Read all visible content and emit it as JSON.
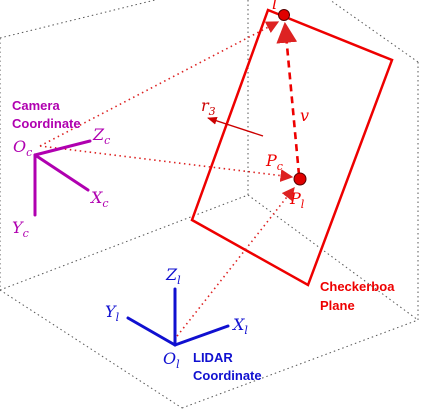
{
  "colors": {
    "box": "#555555",
    "camera": "#b000b0",
    "lidar": "#1010d0",
    "board": "#ee0000",
    "dotted_ray": "#dd2222",
    "arrow": "#cc0000"
  },
  "camera": {
    "title_line1": "Camera",
    "title_line2": "Coordinate",
    "origin": "O",
    "origin_sub": "c",
    "z": "Z",
    "z_sub": "c",
    "x": "X",
    "x_sub": "c",
    "y": "Y",
    "y_sub": "c"
  },
  "lidar": {
    "title_line1": "LIDAR",
    "title_line2": "Coordinate",
    "origin": "O",
    "origin_sub": "l",
    "z": "Z",
    "z_sub": "l",
    "x": "X",
    "x_sub": "l",
    "y": "Y",
    "y_sub": "l"
  },
  "board": {
    "title_line1": "Checkerboa",
    "title_line2": "Plane",
    "top_point": "l",
    "pc": "P",
    "pc_sub": "c",
    "pl": "P",
    "pl_sub": "l",
    "v": "v",
    "r": "r",
    "r_sub": "3"
  }
}
